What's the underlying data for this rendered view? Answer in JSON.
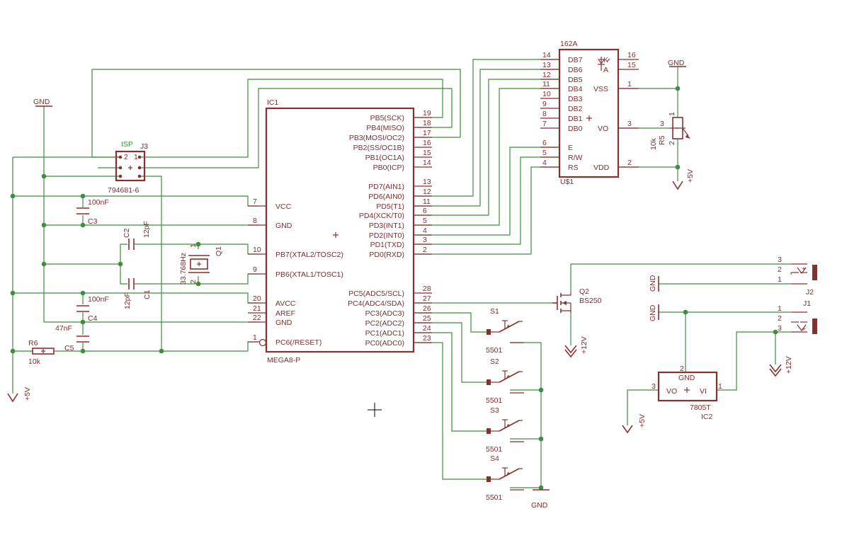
{
  "ic1": {
    "name": "IC1",
    "value": "MEGA8-P",
    "left_pins": [
      {
        "num": "7",
        "label": "VCC"
      },
      {
        "num": "8",
        "label": "GND"
      },
      {
        "num": "10",
        "label": "PB7(XTAL2/TOSC2)"
      },
      {
        "num": "9",
        "label": "PB6(XTAL1/TOSC1)"
      },
      {
        "num": "20",
        "label": "AVCC"
      },
      {
        "num": "21",
        "label": "AREF"
      },
      {
        "num": "22",
        "label": "GND"
      },
      {
        "num": "1",
        "label": "PC6(/RESET)"
      }
    ],
    "right_pins": [
      {
        "num": "19",
        "label": "PB5(SCK)"
      },
      {
        "num": "18",
        "label": "PB4(MISO)"
      },
      {
        "num": "17",
        "label": "PB3(MOSI/OC2)"
      },
      {
        "num": "16",
        "label": "PB2(SS/OC1B)"
      },
      {
        "num": "15",
        "label": "PB1(OC1A)"
      },
      {
        "num": "14",
        "label": "PB0(ICP)"
      },
      {
        "num": "13",
        "label": "PD7(AIN1)"
      },
      {
        "num": "12",
        "label": "PD6(AIN0)"
      },
      {
        "num": "11",
        "label": "PD5(T1)"
      },
      {
        "num": "6",
        "label": "PD4(XCK/T0)"
      },
      {
        "num": "5",
        "label": "PD3(INT1)"
      },
      {
        "num": "4",
        "label": "PD2(INT0)"
      },
      {
        "num": "3",
        "label": "PD1(TXD)"
      },
      {
        "num": "2",
        "label": "PD0(RXD)"
      },
      {
        "num": "28",
        "label": "PC5(ADC5/SCL)"
      },
      {
        "num": "27",
        "label": "PC4(ADC4/SDA)"
      },
      {
        "num": "26",
        "label": "PC3(ADC3)"
      },
      {
        "num": "25",
        "label": "PC2(ADC2)"
      },
      {
        "num": "24",
        "label": "PC1(ADC1)"
      },
      {
        "num": "23",
        "label": "PC0(ADC0)"
      }
    ]
  },
  "lcd": {
    "name": "U$1",
    "value": "162A",
    "left_pins": [
      {
        "num": "14",
        "label": "DB7"
      },
      {
        "num": "13",
        "label": "DB6"
      },
      {
        "num": "12",
        "label": "DB5"
      },
      {
        "num": "11",
        "label": "DB4"
      },
      {
        "num": "10",
        "label": "DB3"
      },
      {
        "num": "9",
        "label": "DB2"
      },
      {
        "num": "8",
        "label": "DB1"
      },
      {
        "num": "7",
        "label": "DB0"
      },
      {
        "num": "6",
        "label": "E"
      },
      {
        "num": "5",
        "label": "R/W"
      },
      {
        "num": "4",
        "label": "RS"
      }
    ],
    "right_pins": [
      {
        "num": "16",
        "label": "K"
      },
      {
        "num": "15",
        "label": "A"
      },
      {
        "num": "1",
        "label": "VSS"
      },
      {
        "num": "3",
        "label": "VO"
      },
      {
        "num": "2",
        "label": "VDD"
      }
    ]
  },
  "isp": {
    "label": "ISP",
    "name": "J3",
    "value": "794681-6",
    "pin2": "2",
    "pin1": "1"
  },
  "passives": {
    "c3": {
      "name": "C3",
      "value": "100nF"
    },
    "c2": {
      "name": "C2",
      "value": "12pF"
    },
    "c1": {
      "name": "C1",
      "value": "12pF"
    },
    "c4": {
      "name": "C4",
      "value": "100nF"
    },
    "c5": {
      "name": "C5",
      "value": "47nF"
    },
    "r6": {
      "name": "R6",
      "value": "10k"
    },
    "q1": {
      "name": "Q1",
      "value": "33.768Hz",
      "pin1": "1",
      "pin2": "2"
    },
    "r5": {
      "name": "R5",
      "value": "10k",
      "pin1": "1",
      "pin2": "2",
      "pin3": "3"
    }
  },
  "q2": {
    "name": "Q2",
    "value": "BS250"
  },
  "switches": [
    {
      "name": "S1",
      "value": "5501"
    },
    {
      "name": "S2",
      "value": "5501"
    },
    {
      "name": "S3",
      "value": "5501"
    },
    {
      "name": "S4",
      "value": "5501"
    }
  ],
  "regulator": {
    "name": "IC2",
    "value": "7805T",
    "gnd_label": "GND",
    "vo_label": "VO",
    "vi_label": "VI",
    "pin_gnd": "2",
    "pin_vo": "3",
    "pin_vi": "1"
  },
  "connectors": {
    "j2": {
      "name": "J2",
      "pins": [
        "3",
        "2",
        "1"
      ]
    },
    "j1": {
      "name": "J1",
      "pins": [
        "1",
        "2",
        "3"
      ]
    }
  },
  "power": {
    "gnd": "GND",
    "p5v": "+5V",
    "p12v": "+12V"
  }
}
